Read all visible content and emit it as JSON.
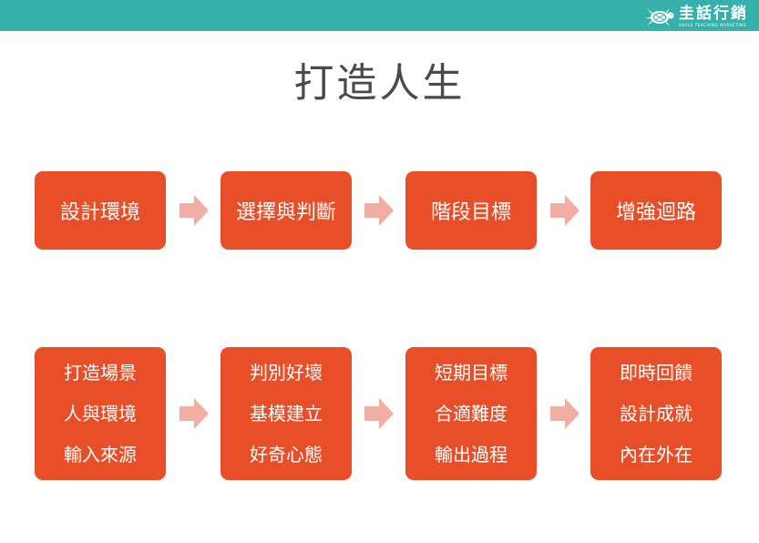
{
  "header": {
    "brand_name": "圭話行銷",
    "brand_tagline": "AKULE TEACHING MARKETING",
    "bar_color": "#36b0aa",
    "logo_icon": "sea-turtle-icon"
  },
  "title": "打造人生",
  "colors": {
    "box": "#e84e27",
    "arrow": "#f2aea3",
    "text": "#ffffff",
    "title": "#4a4a4a"
  },
  "row1": [
    {
      "label": "設計環境"
    },
    {
      "label": "選擇與判斷"
    },
    {
      "label": "階段目標"
    },
    {
      "label": "增強迴路"
    }
  ],
  "row2": [
    {
      "lines": [
        "打造場景",
        "人與環境",
        "輸入來源"
      ]
    },
    {
      "lines": [
        "判別好壞",
        "基模建立",
        "好奇心態"
      ]
    },
    {
      "lines": [
        "短期目標",
        "合適難度",
        "輸出過程"
      ]
    },
    {
      "lines": [
        "即時回饋",
        "設計成就",
        "內在外在"
      ]
    }
  ]
}
